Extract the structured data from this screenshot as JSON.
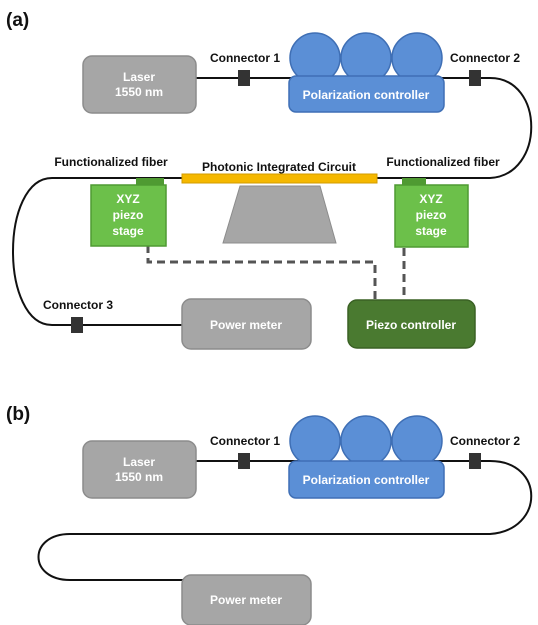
{
  "panel_a": {
    "label": "(a)",
    "laser": {
      "line1": "Laser",
      "line2": "1550 nm"
    },
    "connector_1": "Connector 1",
    "connector_2": "Connector 2",
    "connector_3": "Connector 3",
    "polarization_controller": "Polarization controller",
    "functionalized_fiber_left": "Functionalized fiber",
    "functionalized_fiber_right": "Functionalized fiber",
    "pic": "Photonic Integrated Circuit",
    "stage_left": {
      "line1": "XYZ",
      "line2": "piezo",
      "line3": "stage"
    },
    "stage_right": {
      "line1": "XYZ",
      "line2": "piezo",
      "line3": "stage"
    },
    "power_meter": "Power meter",
    "piezo_controller": "Piezo controller"
  },
  "panel_b": {
    "label": "(b)",
    "laser": {
      "line1": "Laser",
      "line2": "1550 nm"
    },
    "connector_1": "Connector 1",
    "connector_2": "Connector 2",
    "polarization_controller": "Polarization controller",
    "power_meter": "Power meter"
  },
  "colors": {
    "grey_box": "#a6a6a6",
    "grey_box_border": "#8c8c8c",
    "blue": "#5b8fd6",
    "blue_border": "#3f6fb5",
    "green": "#6cc04a",
    "green_border": "#4f9a32",
    "dark_green": "#4a7a30",
    "dark_green_border": "#3a6124",
    "pic_orange": "#f5b800",
    "pic_base": "#a6a6a6",
    "fiber": "#111111",
    "dashed": "#555555",
    "connector": "#333333"
  }
}
